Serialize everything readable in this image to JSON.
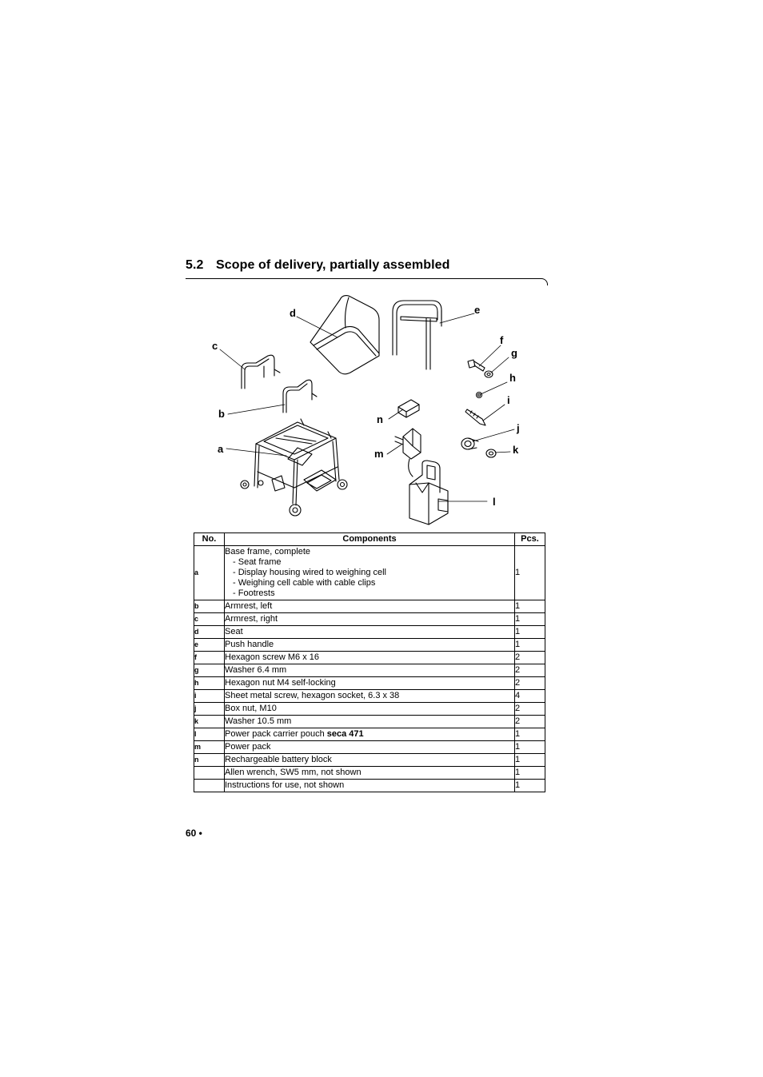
{
  "section": {
    "number": "5.2",
    "title": "Scope of delivery, partially assembled"
  },
  "figure_labels": {
    "a": "a",
    "b": "b",
    "c": "c",
    "d": "d",
    "e": "e",
    "f": "f",
    "g": "g",
    "h": "h",
    "i": "i",
    "j": "j",
    "k": "k",
    "l": "l",
    "m": "m",
    "n": "n"
  },
  "table": {
    "headers": {
      "no": "No.",
      "components": "Components",
      "pcs": "Pcs."
    },
    "base": {
      "no": "a",
      "title": "Base frame, complete",
      "subitems": [
        "Seat frame",
        "Display housing wired to weighing cell",
        "Weighing cell cable with cable clips",
        "Footrests"
      ],
      "pcs": "1"
    },
    "rows": [
      {
        "no": "b",
        "desc": "Armrest, left",
        "pcs": "1"
      },
      {
        "no": "c",
        "desc": "Armrest, right",
        "pcs": "1"
      },
      {
        "no": "d",
        "desc": "Seat",
        "pcs": "1"
      },
      {
        "no": "e",
        "desc": "Push handle",
        "pcs": "1"
      },
      {
        "no": "f",
        "desc": "Hexagon screw M6 x 16",
        "pcs": "2"
      },
      {
        "no": "g",
        "desc": "Washer 6.4 mm",
        "pcs": "2"
      },
      {
        "no": "h",
        "desc": "Hexagon nut M4 self-locking",
        "pcs": "2"
      },
      {
        "no": "i",
        "desc": "Sheet metal screw, hexagon socket, 6.3 x 38",
        "pcs": "4"
      },
      {
        "no": "j",
        "desc": "Box nut, M10",
        "pcs": "2"
      },
      {
        "no": "k",
        "desc": "Washer 10.5 mm",
        "pcs": "2"
      }
    ],
    "pouch": {
      "no": "l",
      "desc": "Power pack carrier pouch ",
      "model": "seca  471",
      "pcs": "1"
    },
    "rows2": [
      {
        "no": "m",
        "desc": "Power pack",
        "pcs": "1"
      },
      {
        "no": "n",
        "desc": "Rechargeable battery block",
        "pcs": "1"
      },
      {
        "no": "",
        "desc": "Allen wrench, SW5 mm, not shown",
        "pcs": "1"
      },
      {
        "no": "",
        "desc": "Instructions for use, not shown",
        "pcs": "1"
      }
    ]
  },
  "footer": {
    "page": "60 •"
  }
}
